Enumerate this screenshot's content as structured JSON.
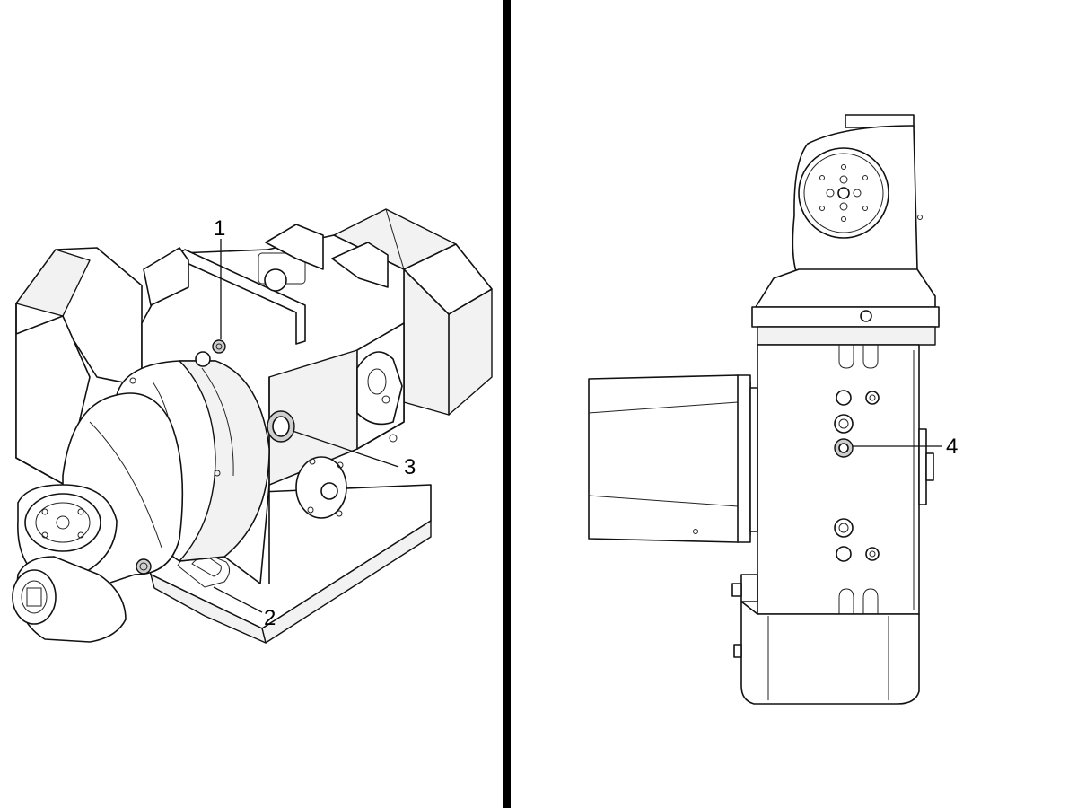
{
  "callouts": {
    "c1": "1",
    "c2": "2",
    "c3": "3",
    "c4": "4"
  },
  "colors": {
    "line": "#111111",
    "divider": "#000000",
    "background": "#ffffff"
  }
}
